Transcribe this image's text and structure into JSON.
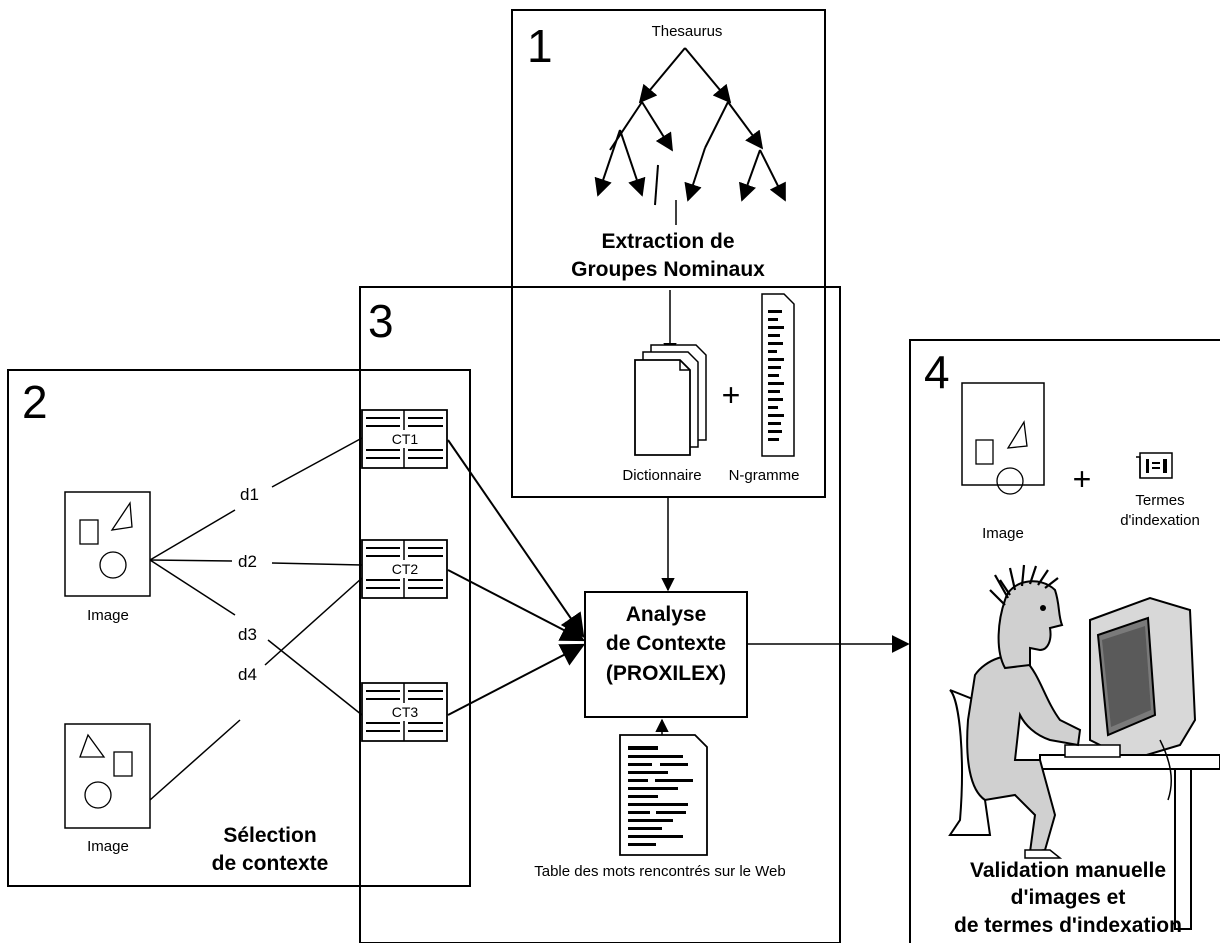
{
  "panels": {
    "p1": {
      "number": "1",
      "title": "Thesaurus",
      "caption_l1": "Extraction de",
      "caption_l2": "Groupes Nominaux",
      "dict": "Dictionnaire",
      "ngram": "N-gramme",
      "plus": "+"
    },
    "p2": {
      "number": "2",
      "image1": "Image",
      "image2": "Image",
      "caption_l1": "Sélection",
      "caption_l2": "de contexte",
      "edges": [
        "d1",
        "d2",
        "d3",
        "d4"
      ]
    },
    "p3": {
      "number": "3",
      "contexts": [
        "CT1",
        "CT2",
        "CT3"
      ],
      "analysis_l1": "Analyse",
      "analysis_l2": "de Contexte",
      "analysis_l3": "(PROXILEX)",
      "table": "Table des mots rencontrés sur le Web"
    },
    "p4": {
      "number": "4",
      "image": "Image",
      "plus": "+",
      "terms_l1": "Termes",
      "terms_l2": "d'indexation",
      "caption_l1": "Validation manuelle",
      "caption_l2": "d'images et",
      "caption_l3": "de termes d'indexation"
    }
  }
}
